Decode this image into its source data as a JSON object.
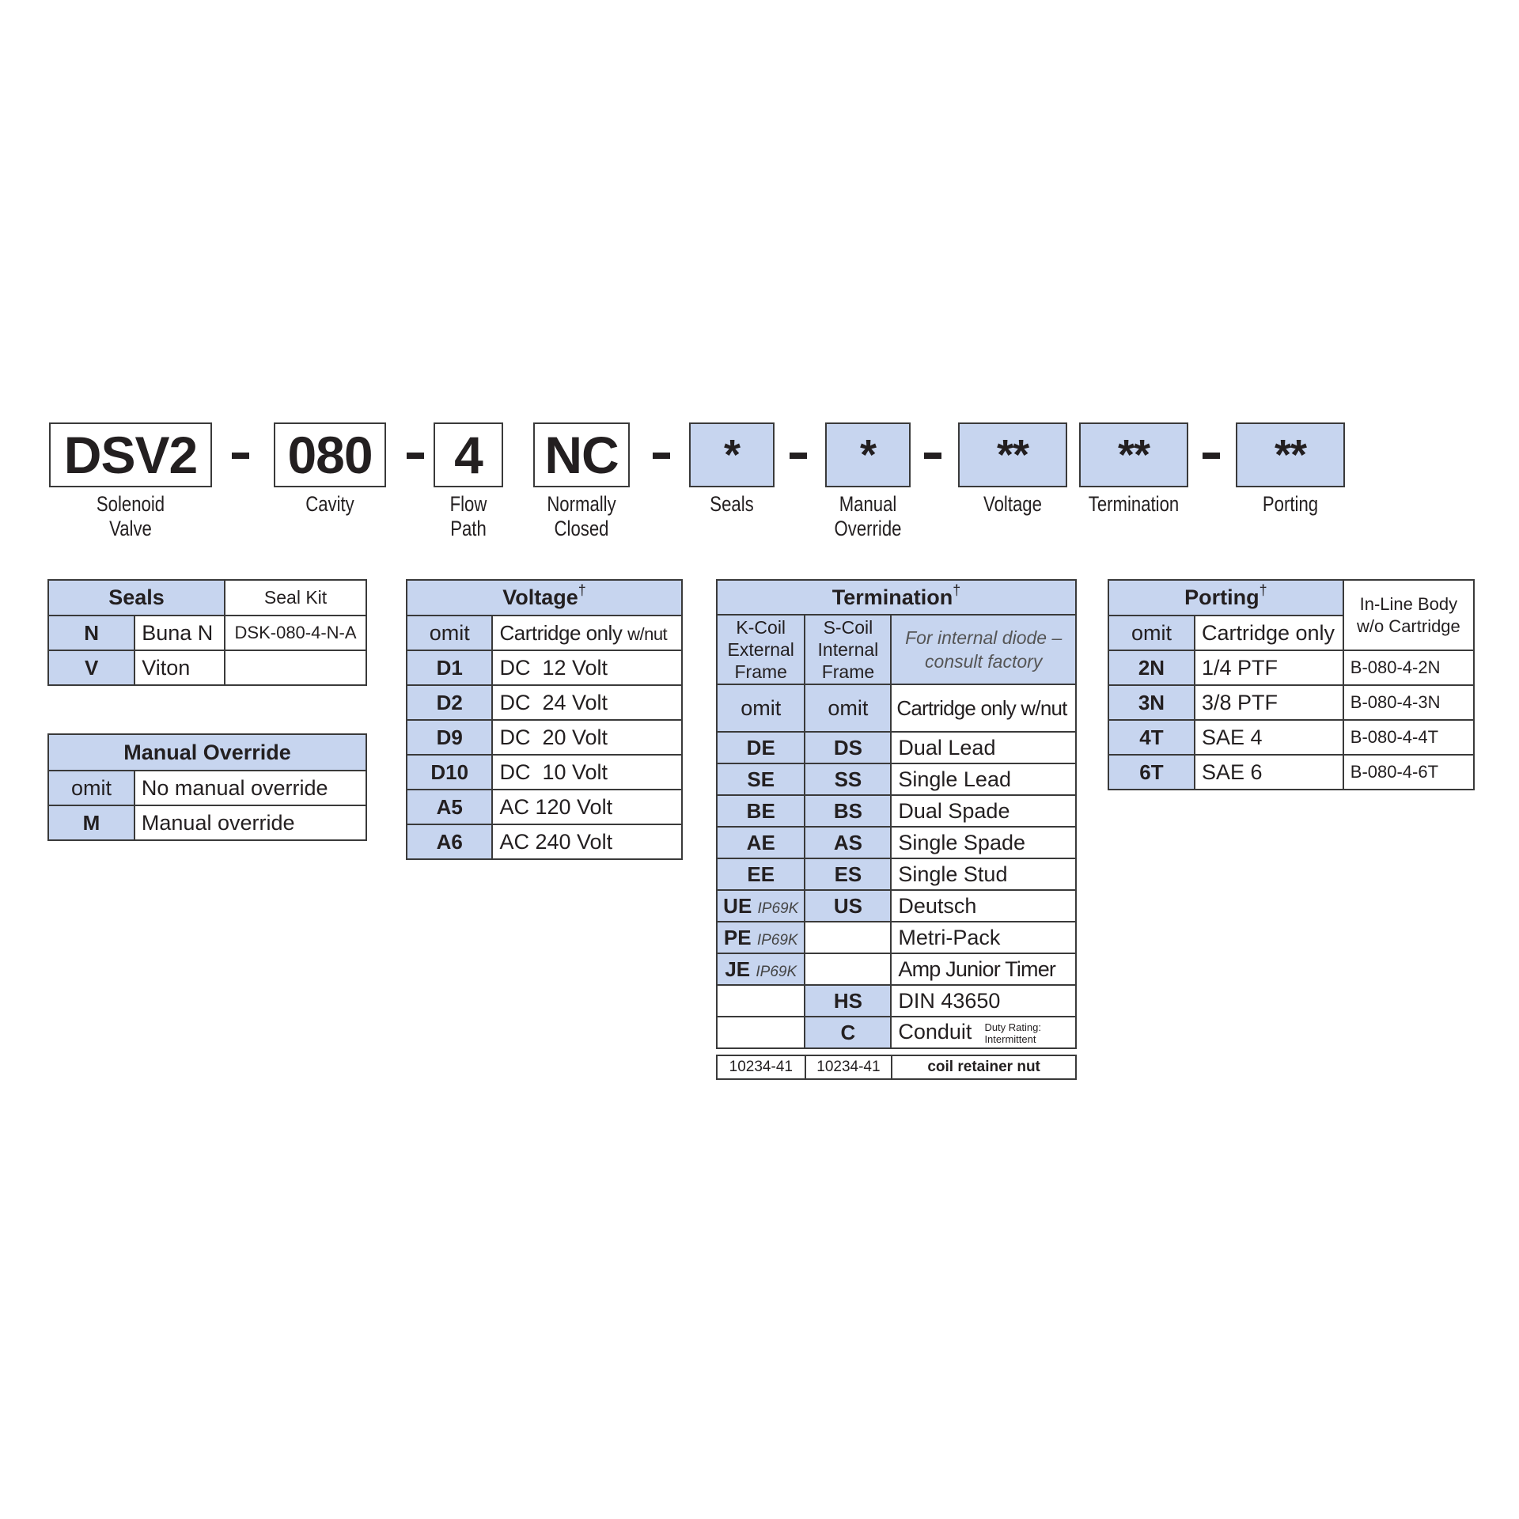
{
  "model_code": {
    "segments": [
      {
        "code": "DSV2",
        "label_line1": "Solenoid",
        "label_line2": "Valve",
        "highlighted": false
      },
      {
        "code": "080",
        "label_line1": "Cavity",
        "label_line2": "",
        "highlighted": false
      },
      {
        "code": "4",
        "label_line1": "Flow",
        "label_line2": "Path",
        "highlighted": false
      },
      {
        "code": "NC",
        "label_line1": "Normally",
        "label_line2": "Closed",
        "highlighted": false
      },
      {
        "code": "*",
        "label_line1": "Seals",
        "label_line2": "",
        "highlighted": true
      },
      {
        "code": "*",
        "label_line1": "Manual",
        "label_line2": "Override",
        "highlighted": true
      },
      {
        "code": "**",
        "label_line1": "Voltage",
        "label_line2": "",
        "highlighted": true
      },
      {
        "code": "**",
        "label_line1": "Termination",
        "label_line2": "",
        "highlighted": true
      },
      {
        "code": "**",
        "label_line1": "Porting",
        "label_line2": "",
        "highlighted": true
      }
    ]
  },
  "seals": {
    "title": "Seals",
    "kit_header": "Seal Kit",
    "rows": [
      {
        "code": "N",
        "desc": "Buna N",
        "kit": "DSK-080-4-N-A"
      },
      {
        "code": "V",
        "desc": "Viton",
        "kit": ""
      }
    ]
  },
  "manual_override": {
    "title": "Manual Override",
    "rows": [
      {
        "code": "omit",
        "desc": "No manual override"
      },
      {
        "code": "M",
        "desc": "Manual override"
      }
    ]
  },
  "voltage": {
    "title": "Voltage",
    "dagger": "†",
    "rows": [
      {
        "code": "omit",
        "desc": "Cartridge only",
        "desc_suffix": "w/nut"
      },
      {
        "code": "D1",
        "desc": "DC  12 Volt"
      },
      {
        "code": "D2",
        "desc": "DC  24 Volt"
      },
      {
        "code": "D9",
        "desc": "DC  20 Volt"
      },
      {
        "code": "D10",
        "desc": "DC  10 Volt"
      },
      {
        "code": "A5",
        "desc": "AC 120 Volt"
      },
      {
        "code": "A6",
        "desc": "AC 240 Volt"
      }
    ]
  },
  "termination": {
    "title": "Termination",
    "dagger": "†",
    "col_k": [
      "K-Coil",
      "External",
      "Frame"
    ],
    "col_s": [
      "S-Coil",
      "Internal",
      "Frame"
    ],
    "note": [
      "For internal diode –",
      "consult factory"
    ],
    "rows": [
      {
        "k": "omit",
        "k_ip": "",
        "s": "omit",
        "desc": "Cartridge only w/nut"
      },
      {
        "k": "DE",
        "k_ip": "",
        "s": "DS",
        "desc": "Dual Lead"
      },
      {
        "k": "SE",
        "k_ip": "",
        "s": "SS",
        "desc": "Single Lead"
      },
      {
        "k": "BE",
        "k_ip": "",
        "s": "BS",
        "desc": "Dual Spade"
      },
      {
        "k": "AE",
        "k_ip": "",
        "s": "AS",
        "desc": "Single Spade"
      },
      {
        "k": "EE",
        "k_ip": "",
        "s": "ES",
        "desc": "Single Stud"
      },
      {
        "k": "UE",
        "k_ip": "IP69K",
        "s": "US",
        "desc": "Deutsch"
      },
      {
        "k": "PE",
        "k_ip": "IP69K",
        "s": "",
        "desc": "Metri-Pack"
      },
      {
        "k": "JE",
        "k_ip": "IP69K",
        "s": "",
        "desc": "Amp Junior Timer"
      },
      {
        "k": "",
        "k_ip": "",
        "s": "HS",
        "desc": "DIN 43650"
      },
      {
        "k": "",
        "k_ip": "",
        "s": "C",
        "desc": "Conduit",
        "note1": "Duty Rating:",
        "note2": "Intermittent"
      }
    ],
    "nut": {
      "k": "10234-41",
      "s": "10234-41",
      "label": "coil retainer nut"
    }
  },
  "porting": {
    "title": "Porting",
    "dagger": "†",
    "body_header": [
      "In-Line Body",
      "w/o Cartridge"
    ],
    "rows": [
      {
        "code": "omit",
        "desc": "Cartridge only",
        "body": ""
      },
      {
        "code": "2N",
        "desc": "1/4 PTF",
        "body": "B-080-4-2N"
      },
      {
        "code": "3N",
        "desc": "3/8 PTF",
        "body": "B-080-4-3N"
      },
      {
        "code": "4T",
        "desc": "SAE 4",
        "body": "B-080-4-4T"
      },
      {
        "code": "6T",
        "desc": "SAE 6",
        "body": "B-080-4-6T"
      }
    ]
  }
}
